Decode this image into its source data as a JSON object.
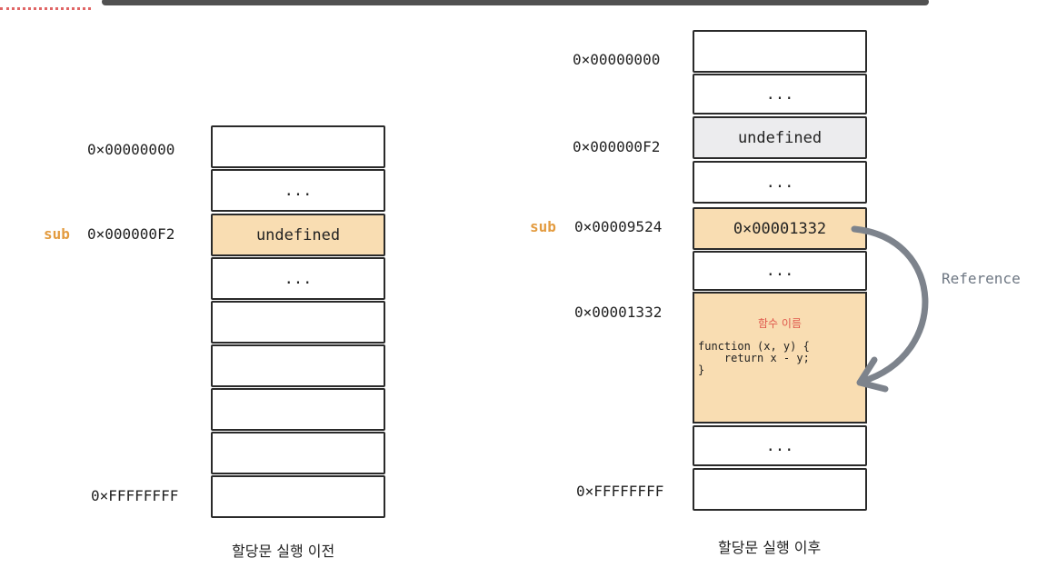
{
  "left_panel": {
    "var_label": "sub",
    "addresses": {
      "start": "0×00000000",
      "sub": "0×000000F2",
      "end": "0×FFFFFFFF"
    },
    "cells": [
      "",
      "...",
      "undefined",
      "...",
      "",
      "",
      "",
      "",
      ""
    ],
    "caption": "할당문 실행 이전"
  },
  "right_panel": {
    "var_label": "sub",
    "addresses": {
      "start": "0×00000000",
      "undefined": "0×000000F2",
      "sub": "0×00009524",
      "func": "0×00001332",
      "end": "0×FFFFFFFF"
    },
    "cells": [
      "",
      "...",
      "undefined",
      "...",
      "0×00001332",
      "...",
      "...",
      ""
    ],
    "function_box": {
      "title": "함수 이름",
      "code": "function (x, y) {\n    return x - y;\n}"
    },
    "reference_label": "Reference",
    "caption": "할당문 실행 이후"
  },
  "colors": {
    "highlight": "#f9ddb2",
    "gray_cell": "#ececee",
    "var_label": "#e39b3f",
    "arrow": "#7d838c",
    "func_title": "#e0584c"
  }
}
